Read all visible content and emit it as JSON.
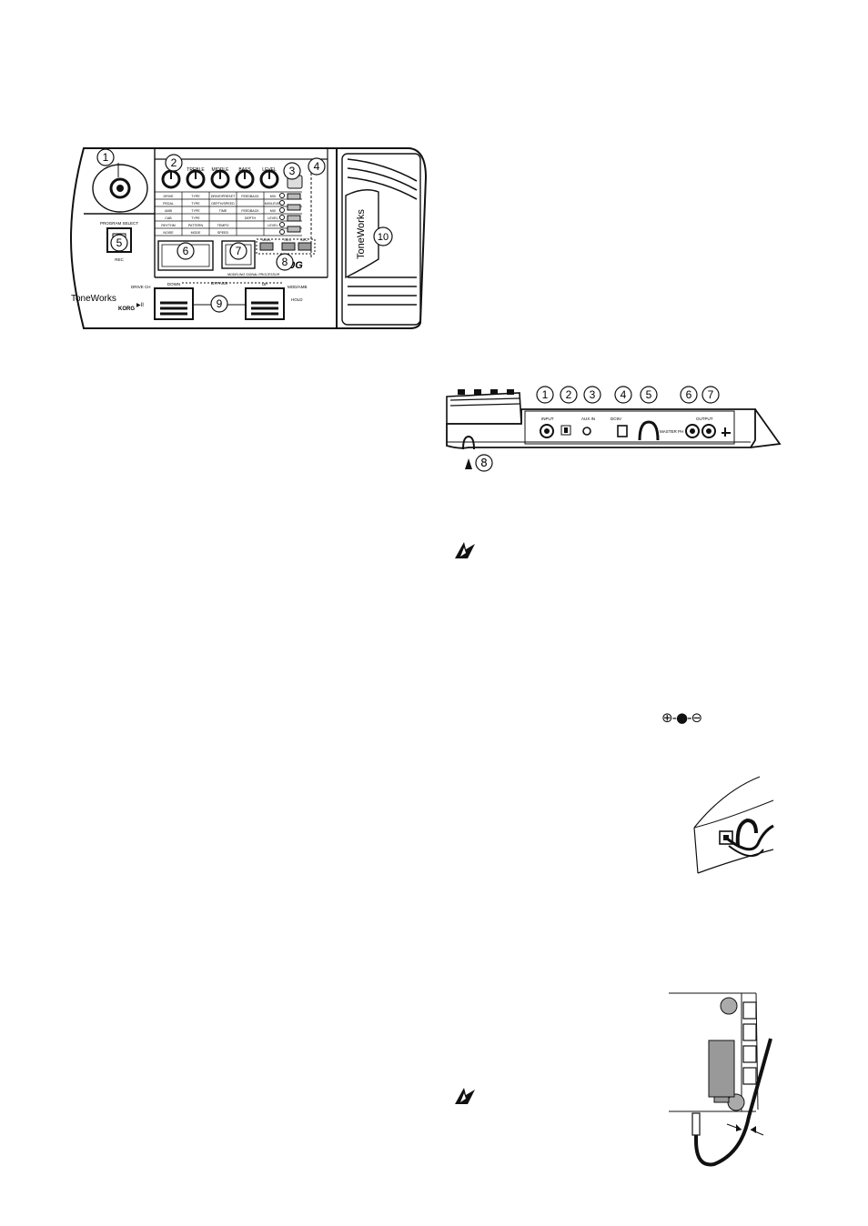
{
  "top_panel": {
    "callouts": [
      "1",
      "2",
      "3",
      "4",
      "5",
      "6",
      "7",
      "8",
      "9",
      "10"
    ],
    "knob_labels": [
      "TREBLE",
      "MIDDLE",
      "BASS",
      "LEVEL"
    ],
    "program_select": "PROGRAM SELECT",
    "rec_label": "REC",
    "brand": "ToneWorks",
    "brand_sub": "KORG",
    "logo": "00G",
    "processor_label": "MODELING SIGNAL PROCESSOR",
    "down_label": "DOWN",
    "up_label": "UP",
    "bypass_label": "BYPASS",
    "drive_ch": "DRIVE CH",
    "mod_amb": "MOD/AMB",
    "play_symbol": "▶II",
    "hold": "HOLD",
    "tempo_labels": [
      "MAN.",
      "SEC",
      "SEC"
    ],
    "grid_rows": [
      [
        "DRIVE",
        "TYPE",
        "DRIVE/PRESET",
        "FEEDBACK",
        "MIX"
      ],
      [
        "PEDAL",
        "TYPE",
        "DEPTH/SPEED",
        "",
        "MIX/LEVEL"
      ],
      [
        "AMB",
        "TYPE",
        "TIME",
        "FEEDBACK",
        "MIX"
      ],
      [
        "CAB",
        "TYPE",
        "",
        "DEPTH",
        "LEVEL"
      ],
      [
        "RHYTHM",
        "PATTERN",
        "TEMPO",
        "",
        "LEVEL"
      ],
      [
        "NOISE",
        "MODE",
        "SPEED",
        "",
        ""
      ]
    ]
  },
  "rear_panel": {
    "callouts": [
      "1",
      "2",
      "3",
      "4",
      "5",
      "6",
      "7",
      "8"
    ],
    "labels": {
      "input": "INPUT",
      "aux_in": "AUX IN",
      "dc": "DC9V",
      "monitor": "MASTER PH",
      "output": "OUTPUT"
    }
  },
  "polarity_symbol": "⊕-●-⊖"
}
